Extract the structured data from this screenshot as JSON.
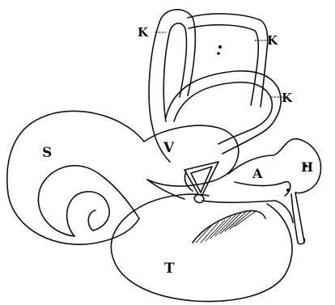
{
  "labels": {
    "k_top": "K",
    "k_right": "K",
    "k_lower": "K",
    "s": "S",
    "v": "V",
    "a": "A",
    "h": "H",
    "t": "T"
  },
  "colors": {
    "ink": "#111111",
    "paper": "#ffffff"
  }
}
